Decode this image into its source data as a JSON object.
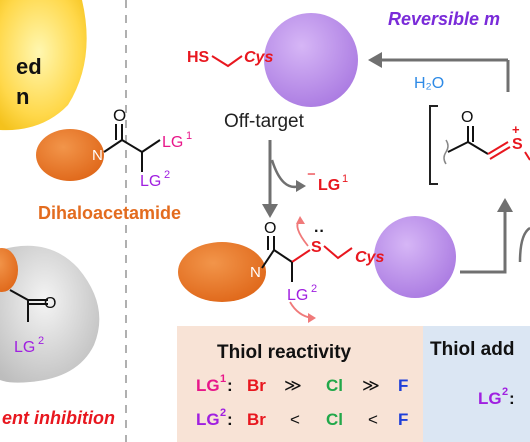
{
  "left_column": {
    "top_blob_text": [
      "ed",
      "n"
    ],
    "amide_n": "N",
    "amide_o": "O",
    "lg1": "LG",
    "lg1_sup": "1",
    "lg2": "LG",
    "lg2_sup": "2",
    "compound_label": "Dihaloacetamide",
    "lower_o": "O",
    "lower_lg": "LG",
    "lower_lg_sup": "2",
    "bottom_caption": "ent inhibition"
  },
  "center": {
    "thiol_hs": "HS",
    "thiol_cys": "Cys",
    "offtarget_label": "Off-target",
    "leaving_minus": "−",
    "leaving_lg": "LG",
    "leaving_sup": "1",
    "adduct_n": "N",
    "adduct_o": "O",
    "adduct_s": "S",
    "adduct_lone_pair": "··",
    "adduct_cys": "Cys",
    "adduct_lg": "LG",
    "adduct_lg_sup": "2"
  },
  "right": {
    "reversible_title": "Reversible m",
    "water": "H₂O",
    "thioester_o": "O",
    "thioester_s": "S",
    "thioester_plus": "+"
  },
  "reactivity_table": {
    "title": "Thiol reactivity",
    "row1": {
      "lg": "LG",
      "sup": "1",
      "colon": ":",
      "a": "Br",
      "op1": "≫",
      "b": "Cl",
      "op2": "≫",
      "c": "F"
    },
    "row2": {
      "lg": "LG",
      "sup": "2",
      "colon": ":",
      "a": "Br",
      "op1": "<",
      "b": "Cl",
      "op2": "<",
      "c": "F"
    }
  },
  "addition_table": {
    "title": "Thiol add",
    "lg": "LG",
    "sup": "2",
    "colon": ":"
  },
  "colors": {
    "orange": "#e36c1f",
    "purple": "#b585e6",
    "magenta": "#e8178a",
    "red": "#e8171f",
    "green": "#22a84a",
    "blue": "#1f3fd9",
    "violet": "#7a2bd9",
    "sky": "#2e8ae6",
    "gray": "#707070",
    "peach": "#f8e3d6",
    "lightblue": "#dbe6f3"
  }
}
